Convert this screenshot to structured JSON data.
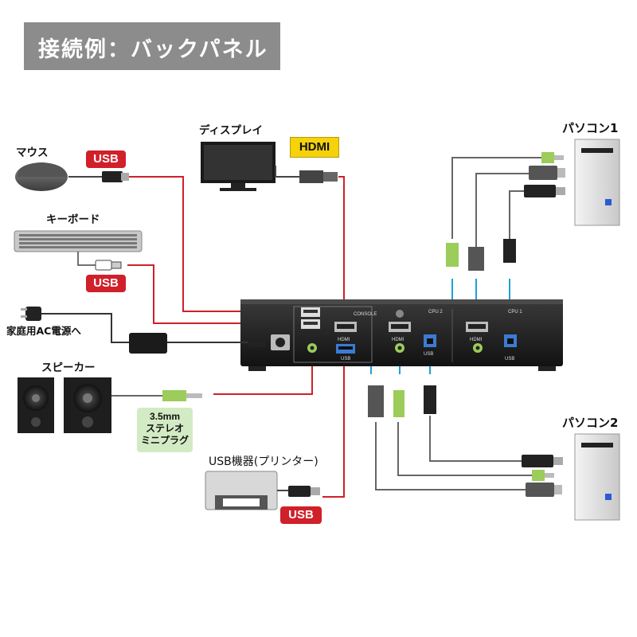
{
  "title": "接続例：バックパネル",
  "devices": {
    "mouse": "マウス",
    "keyboard": "キーボード",
    "display": "ディスプレイ",
    "power": "家庭用AC電源へ",
    "speaker": "スピーカー",
    "usb_device": "USB機器(プリンター)",
    "pc1": "パソコン1",
    "pc2": "パソコン2"
  },
  "badges": {
    "usb_mouse": "USB",
    "usb_keyboard": "USB",
    "usb_printer": "USB",
    "hdmi": "HDMI",
    "audio_line1": "3.5mm",
    "audio_line2": "ステレオ",
    "audio_line3": "ミニプラグ"
  },
  "panel_labels": {
    "console": "CONSOLE",
    "cpu1": "CPU 1",
    "cpu2": "CPU 2",
    "hdmi": "HDMI",
    "usb": "USB"
  },
  "colors": {
    "usb_line": "#d0202a",
    "hdmi_line": "#d0202a",
    "cpu_line": "#1ea0d8",
    "cable_gray": "#666666",
    "title_bg": "#8c8c8c"
  }
}
